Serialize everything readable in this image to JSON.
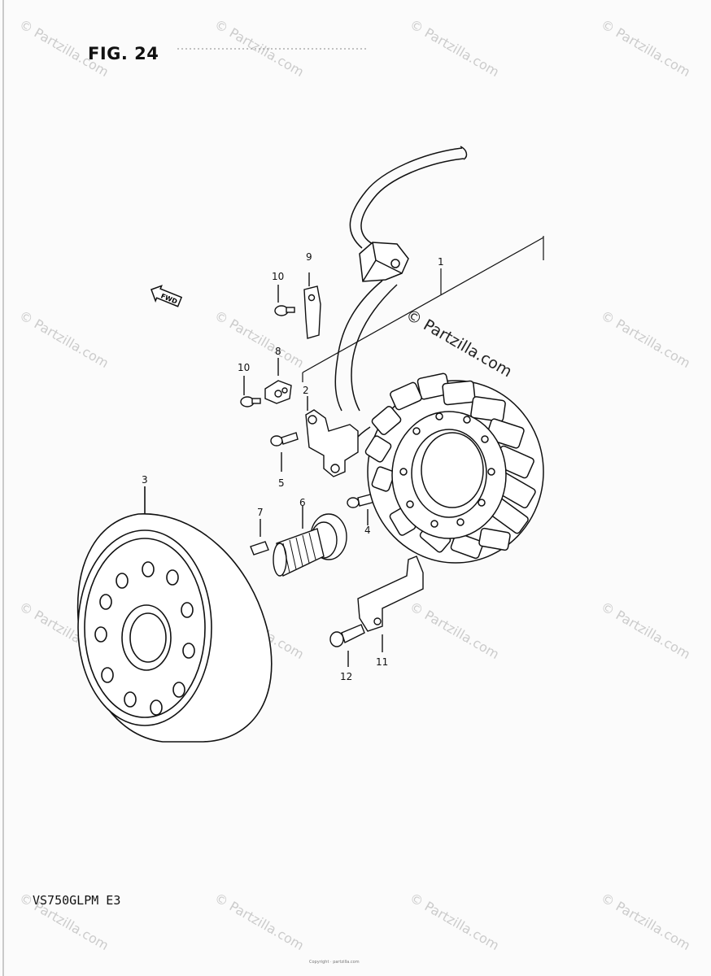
{
  "figure": {
    "title": "FIG. 24",
    "model_code": "VS750GLPM E3"
  },
  "watermark": {
    "text": "© Partzilla.com",
    "center_text": "© Partzilla.com"
  },
  "fwd_label": "FWD",
  "callouts": {
    "c1": "1",
    "c2": "2",
    "c3": "3",
    "c4": "4",
    "c5": "5",
    "c6": "6",
    "c7": "7",
    "c8": "8",
    "c9": "9",
    "c10a": "10",
    "c10b": "10",
    "c11": "11",
    "c12": "12"
  },
  "footer_note": "Copyright · partzilla.com"
}
